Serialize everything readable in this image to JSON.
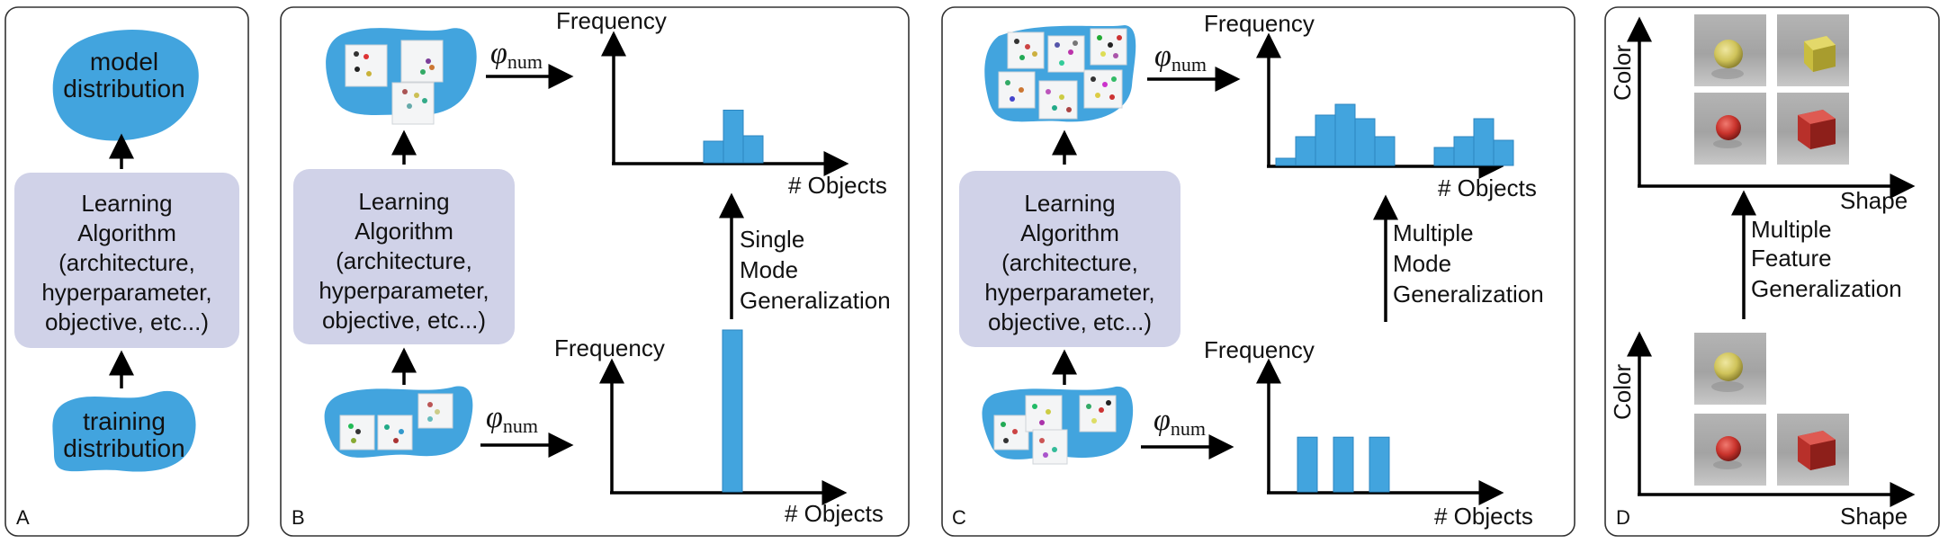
{
  "panels": {
    "A": {
      "letter": "A",
      "model_label_line1": "model",
      "model_label_line2": "distribution",
      "algo_lines": [
        "Learning",
        "Algorithm",
        "(architecture,",
        "hyperparameter,",
        "objective, etc...)"
      ],
      "train_label_line1": "training",
      "train_label_line2": "distribution"
    },
    "B": {
      "letter": "B",
      "algo_lines": [
        "Learning",
        "Algorithm",
        "(architecture,",
        "hyperparameter,",
        "objective, etc...)"
      ],
      "phi_symbol": "φ",
      "phi_subscript": "num",
      "y_label": "Frequency",
      "x_label": "# Objects",
      "generalization_lines": [
        "Single",
        "Mode",
        "Generalization"
      ]
    },
    "C": {
      "letter": "C",
      "algo_lines": [
        "Learning",
        "Algorithm",
        "(architecture,",
        "hyperparameter,",
        "objective, etc...)"
      ],
      "phi_symbol": "φ",
      "phi_subscript": "num",
      "y_label": "Frequency",
      "x_label": "# Objects",
      "generalization_lines": [
        "Multiple",
        "Mode",
        "Generalization"
      ]
    },
    "D": {
      "letter": "D",
      "y_label": "Color",
      "x_label": "Shape",
      "generalization_lines": [
        "Multiple",
        "Feature",
        "Generalization"
      ]
    }
  },
  "chart_data": [
    {
      "type": "bar",
      "panel": "B-top",
      "xlabel": "# Objects",
      "ylabel": "Frequency",
      "values": [
        1.6,
        3.9,
        2.0
      ]
    },
    {
      "type": "bar",
      "panel": "B-bottom",
      "xlabel": "# Objects",
      "ylabel": "Frequency",
      "values": [
        9.0
      ]
    },
    {
      "type": "bar",
      "panel": "C-top",
      "xlabel": "# Objects",
      "ylabel": "Frequency",
      "values": [
        0.4,
        1.6,
        2.8,
        3.4,
        2.6,
        1.6,
        0,
        0,
        1.0,
        1.6,
        2.6,
        1.4
      ]
    },
    {
      "type": "bar",
      "panel": "C-bottom",
      "xlabel": "# Objects",
      "ylabel": "Frequency",
      "values": [
        3.8,
        3.8,
        3.8
      ]
    }
  ],
  "colors": {
    "blob": "#42a4de",
    "algorithm_box": "#d0d2e8",
    "bar": "#42a4de"
  }
}
